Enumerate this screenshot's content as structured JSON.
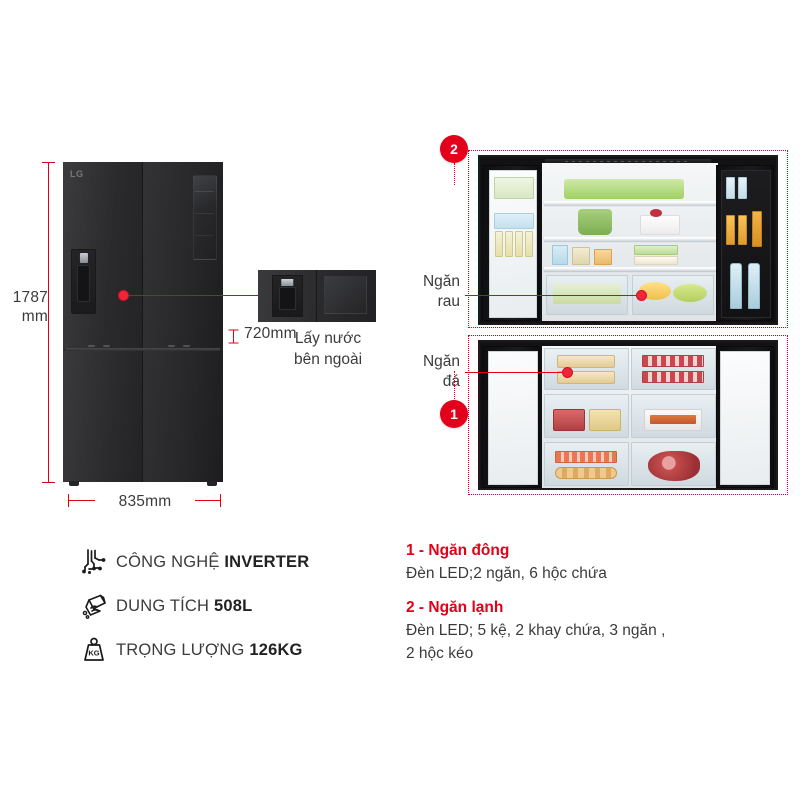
{
  "dimensions": {
    "height_label": "1787\nmm",
    "width_label": "835mm",
    "depth_label": "720mm"
  },
  "dispenser_callout": {
    "caption": "Lấy nước\nbên ngoài"
  },
  "interior_callouts": {
    "badge_fridge": "2",
    "badge_freezer": "1",
    "label_vegetable": "Ngăn\nrau",
    "label_freezer": "Ngăn\nđá"
  },
  "specs": [
    {
      "icon": "inverter-circuit-icon",
      "text_prefix": "CÔNG NGHỆ ",
      "text_value": "INVERTER"
    },
    {
      "icon": "volume-jug-icon",
      "text_prefix": "DUNG TÍCH ",
      "text_value": "508L"
    },
    {
      "icon": "weight-kg-icon",
      "text_prefix": "TRỌNG LƯỢNG ",
      "text_value": "126KG"
    }
  ],
  "descriptions": [
    {
      "heading": "1 - Ngăn đông",
      "body": "Đèn LED;2 ngăn, 6 hộc chứa"
    },
    {
      "heading": "2 - Ngăn lạnh",
      "body": "Đèn LED; 5 kệ, 2 khay chứa, 3 ngăn ,\n2 hộc kéo"
    }
  ],
  "brand": {
    "logo_text": "LG"
  },
  "colors": {
    "accent_red": "#e2001a",
    "marker_red": "#ee2737",
    "body_text": "#3b3b3b",
    "appliance_black": "#2a2a2c"
  }
}
